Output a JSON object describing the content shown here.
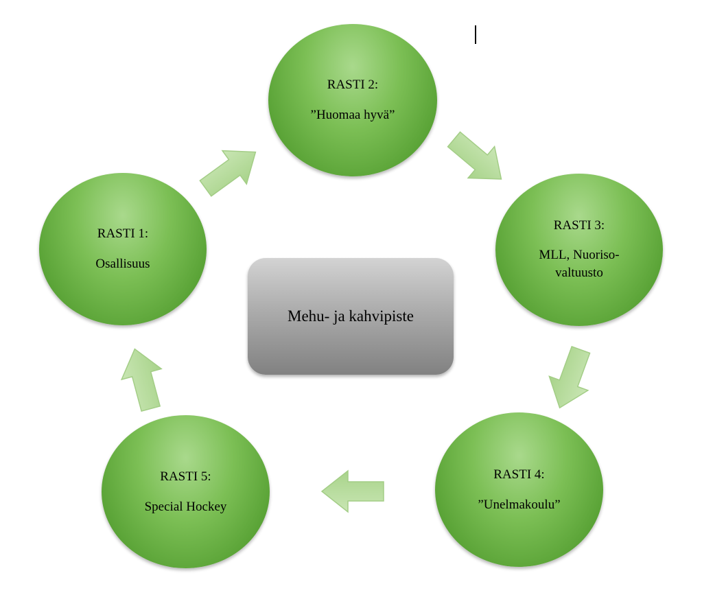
{
  "center": {
    "label": "Mehu- ja kahvipiste"
  },
  "nodes": [
    {
      "id": "n1",
      "title": "RASTI 1:",
      "subtitle": "Osallisuus"
    },
    {
      "id": "n2",
      "title": "RASTI 2:",
      "subtitle": "”Huomaa hyvä”"
    },
    {
      "id": "n3",
      "title": "RASTI 3:",
      "subtitle": "MLL, Nuoriso-\nvaltuusto"
    },
    {
      "id": "n4",
      "title": "RASTI 4:",
      "subtitle": "”Unelmakoulu”"
    },
    {
      "id": "n5",
      "title": "RASTI 5:",
      "subtitle": "Special Hockey"
    }
  ],
  "arrows": [
    {
      "from": "RASTI 1:",
      "to": "RASTI 2:"
    },
    {
      "from": "RASTI 2:",
      "to": "RASTI 3:"
    },
    {
      "from": "RASTI 3:",
      "to": "RASTI 4:"
    },
    {
      "from": "RASTI 4:",
      "to": "RASTI 5:"
    },
    {
      "from": "RASTI 5:",
      "to": "RASTI 1:"
    }
  ],
  "colors": {
    "node_green": "#6db344",
    "arrow_green": "#b5d99c",
    "center_gray": "#a6a6a6"
  }
}
